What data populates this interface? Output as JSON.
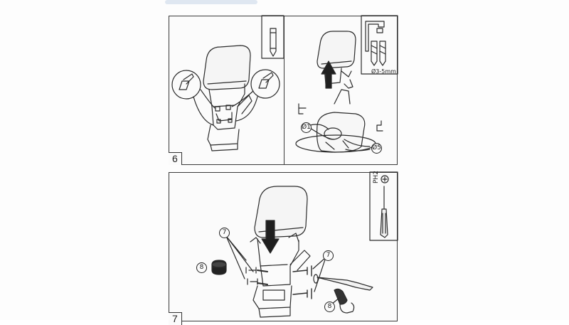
{
  "steps": {
    "step6": {
      "number": "6"
    },
    "step7": {
      "number": "7"
    }
  },
  "labels": {
    "drill_size": "Ø3-5mm",
    "hole_a": "Ø1",
    "hole_b": "Ø5",
    "screwdriver": "PH2",
    "part_screw": "7",
    "part_cap": "8"
  },
  "icons": {
    "pencil": "pencil-icon",
    "marker_left": "marker-left-icon",
    "marker_right": "marker-right-icon",
    "drill_bits": "drill-bits-icon",
    "screwdriver": "screwdriver-icon",
    "up_arrow": "up-arrow-icon",
    "down_arrow": "down-arrow-icon"
  },
  "colors": {
    "line": "#2b2b2b",
    "paper": "#fbfbfb"
  }
}
